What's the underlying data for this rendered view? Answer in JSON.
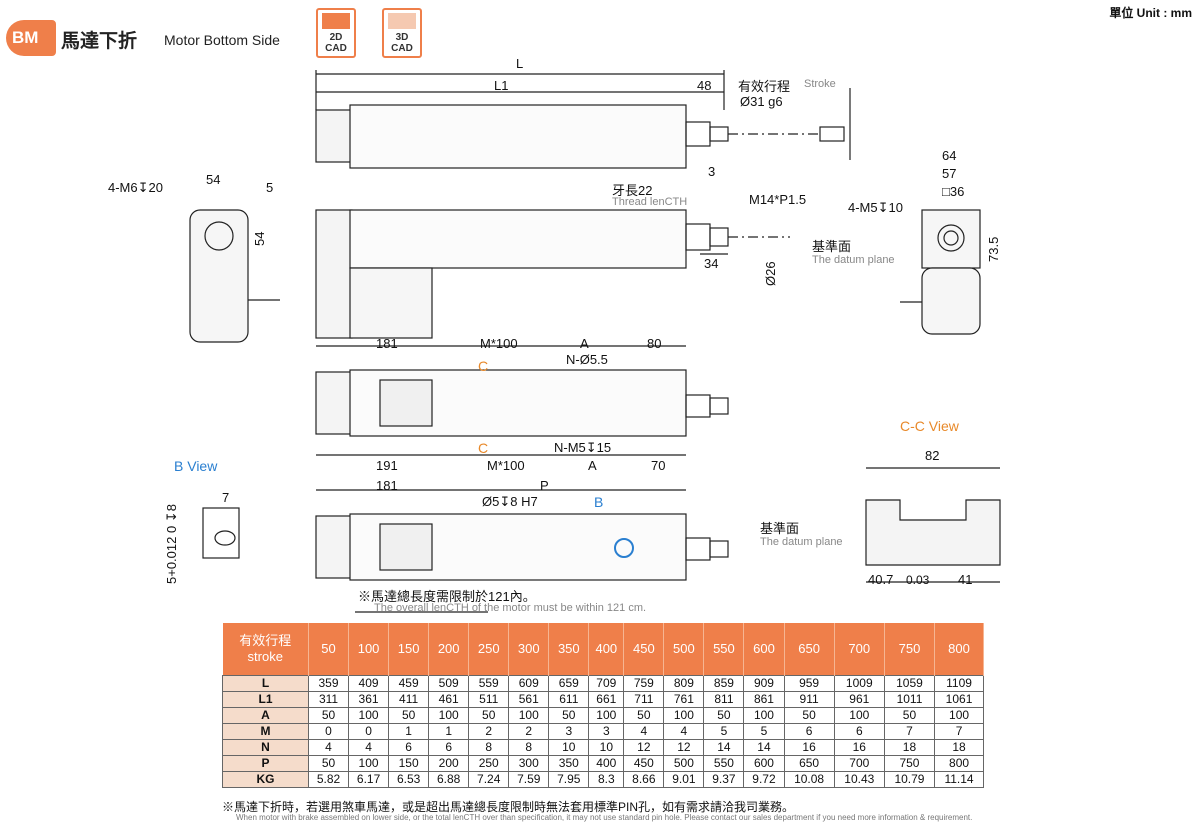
{
  "header": {
    "badge": "BM",
    "title_zh": "馬達下折",
    "title_en": "Motor Bottom Side",
    "cad_2d": [
      "2D",
      "CAD"
    ],
    "cad_3d": [
      "3D",
      "CAD"
    ],
    "unit": "單位 Unit : mm"
  },
  "drawing": {
    "top_view": {
      "L": "L",
      "L1": "L1",
      "d48": "48",
      "stroke_zh": "有效行程",
      "stroke_en": "Stroke",
      "shaft": "Ø31 g6",
      "d3": "3"
    },
    "side_view": {
      "thread_zh": "牙長22",
      "thread_en": "Thread lenCTH",
      "thread": "M14*P1.5",
      "d34": "34",
      "d26": "Ø26"
    },
    "end_view_left": {
      "holes": "4-M6↧20",
      "d54w": "54",
      "d5": "5",
      "d54h": "54"
    },
    "end_view_right": {
      "d64": "64",
      "d57": "57",
      "sq36": "□36",
      "holes": "4-M5↧10",
      "datum_zh": "基準面",
      "datum_en": "The datum plane",
      "d735": "73.5"
    },
    "bottom_view_1": {
      "d181": "181",
      "m100": "M*100",
      "a": "A",
      "d80": "80",
      "n55": "N-Ø5.5",
      "n_m5": "N-M5↧15",
      "d191": "191",
      "m100b": "M*100",
      "ab": "A",
      "d70": "70",
      "c_top": "C",
      "c_bottom": "C"
    },
    "bottom_view_2": {
      "d181": "181",
      "p": "P",
      "pin": "Ø5↧8 H7",
      "b": "B",
      "note_zh": "※馬達總長度需限制於121內。",
      "note_en": "The overall lenCTH of the motor must be within 121 cm."
    },
    "b_view": {
      "title": "B View",
      "d7": "7",
      "tol": "5+0.012 0 ↧8"
    },
    "cc_view": {
      "title": "C-C View",
      "d82": "82",
      "datum_zh": "基準面",
      "datum_en": "The datum plane",
      "d407": "40.7",
      "tol": "0.03",
      "d41": "41"
    }
  },
  "table": {
    "header_zh": "有效行程",
    "header_en": "stroke",
    "strokes": [
      "50",
      "100",
      "150",
      "200",
      "250",
      "300",
      "350",
      "400",
      "450",
      "500",
      "550",
      "600",
      "650",
      "700",
      "750",
      "800"
    ],
    "rows": [
      {
        "label": "L",
        "values": [
          "359",
          "409",
          "459",
          "509",
          "559",
          "609",
          "659",
          "709",
          "759",
          "809",
          "859",
          "909",
          "959",
          "1009",
          "1059",
          "1109"
        ]
      },
      {
        "label": "L1",
        "values": [
          "311",
          "361",
          "411",
          "461",
          "511",
          "561",
          "611",
          "661",
          "711",
          "761",
          "811",
          "861",
          "911",
          "961",
          "1011",
          "1061"
        ]
      },
      {
        "label": "A",
        "values": [
          "50",
          "100",
          "50",
          "100",
          "50",
          "100",
          "50",
          "100",
          "50",
          "100",
          "50",
          "100",
          "50",
          "100",
          "50",
          "100"
        ]
      },
      {
        "label": "M",
        "values": [
          "0",
          "0",
          "1",
          "1",
          "2",
          "2",
          "3",
          "3",
          "4",
          "4",
          "5",
          "5",
          "6",
          "6",
          "7",
          "7"
        ]
      },
      {
        "label": "N",
        "values": [
          "4",
          "4",
          "6",
          "6",
          "8",
          "8",
          "10",
          "10",
          "12",
          "12",
          "14",
          "14",
          "16",
          "16",
          "18",
          "18"
        ]
      },
      {
        "label": "P",
        "values": [
          "50",
          "100",
          "150",
          "200",
          "250",
          "300",
          "350",
          "400",
          "450",
          "500",
          "550",
          "600",
          "650",
          "700",
          "750",
          "800"
        ]
      },
      {
        "label": "KG",
        "values": [
          "5.82",
          "6.17",
          "6.53",
          "6.88",
          "7.24",
          "7.59",
          "7.95",
          "8.3",
          "8.66",
          "9.01",
          "9.37",
          "9.72",
          "10.08",
          "10.43",
          "10.79",
          "11.14"
        ]
      }
    ]
  },
  "footnote": {
    "zh": "※馬達下折時，若選用煞車馬達，或是超出馬達總長度限制時無法套用標準PIN孔，如有需求請洽我司業務。",
    "en": "When motor with brake assembled on lower side, or the total lenCTH over than specification, it may not use standard pin hole. Please contact our sales department if you need more information & requirement."
  },
  "colors": {
    "accent": "#ef7f4a",
    "accent_light": "#f5dccb",
    "orange_text": "#e8892a",
    "blue_text": "#2a7fd0"
  }
}
